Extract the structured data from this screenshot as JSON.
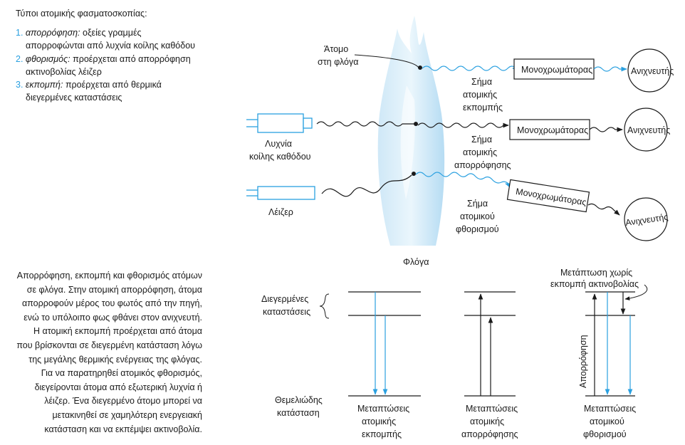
{
  "types": {
    "heading": "Τύποι ατομικής φασματοσκοπίας:",
    "items": [
      {
        "num": "1.",
        "term": "απορρόφηση:",
        "line1": "οξείες γραμμές",
        "line2": "απορροφώνται από λυχνία κοίλης καθόδου"
      },
      {
        "num": "2.",
        "term": "φθορισμός:",
        "line1": "προέρχεται από απορρόφηση",
        "line2": "ακτινοβολίας λέιζερ"
      },
      {
        "num": "3.",
        "term": "εκπομπή:",
        "line1": "προέρχεται από θερμικά",
        "line2": "διεγερμένες καταστάσεις"
      }
    ]
  },
  "caption": "Απορρόφηση, εκπομπή και φθορισμός ατόμων σε φλόγα. Στην ατομική απορρόφηση, άτομα απορροφούν μέρος του φωτός από την πηγή, ενώ το υπόλοιπο φως φθάνει στον ανιχνευτή. Η ατομική εκπομπή προέρχεται από άτομα που βρίσκονται σε διεγερμένη κατάσταση λόγω της μεγάλης θερμικής ενέργειας της φλόγας. Για να παρατηρηθεί ατομικός φθορισμός, διεγείρονται άτομα από εξωτερική λυχνία ή λέιζερ. Ένα διεγερμένο άτομο μπορεί να μετακινηθεί σε χαμηλότερη ενεργειακή κατάσταση και να εκπέμψει ακτινοβολία.",
  "diagram": {
    "atom_label": [
      "Άτομο",
      "στη φλόγα"
    ],
    "flame_label": "Φλόγα",
    "monochromator": "Μονοχρωμάτορας",
    "detector": "Ανιχνευτής",
    "lamp_label": [
      "Λυχνία",
      "κοίλης καθόδου"
    ],
    "laser_label": "Λέιζερ",
    "emission_signal": [
      "Σήμα",
      "ατομικής",
      "εκπομπής"
    ],
    "absorption_signal": [
      "Σήμα",
      "ατομικής",
      "απορρόφησης"
    ],
    "fluorescence_signal": [
      "Σήμα",
      "ατομικού",
      "φθορισμού"
    ]
  },
  "energy": {
    "excited": [
      "Διεγερμένες",
      "καταστάσεις"
    ],
    "ground": [
      "Θεμελιώδης",
      "κατάσταση"
    ],
    "nonradiative": [
      "Μετάπτωση χωρίς",
      "εκπομπή ακτινοβολίας"
    ],
    "absorption_axis": "Απορρόφηση",
    "emission_transitions": [
      "Μεταπτώσεις",
      "ατομικής",
      "εκπομπής"
    ],
    "absorption_transitions": [
      "Μεταπτώσεις",
      "ατομικής",
      "απορρόφησης"
    ],
    "fluorescence_transitions": [
      "Μεταπτώσεις",
      "ατομικού",
      "φθορισμού"
    ]
  },
  "colors": {
    "blue": "#2aa0e0",
    "flame_light": "#e8f4fb",
    "flame": "#b8def4"
  }
}
